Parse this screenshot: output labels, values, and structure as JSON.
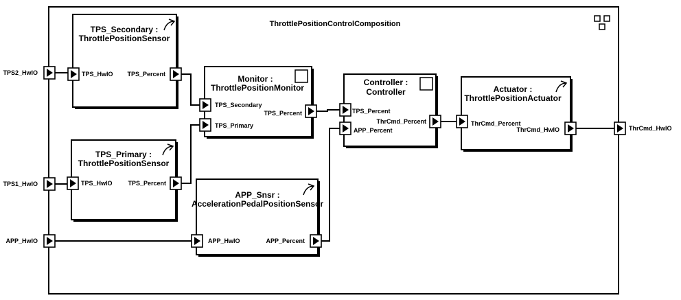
{
  "composition": {
    "name": "ThrottlePositionControlComposition",
    "external_ports": {
      "tps2": "TPS2_HwIO",
      "tps1": "TPS1_HwIO",
      "app": "APP_HwIO",
      "thrcmd": "ThrCmd_HwIO"
    }
  },
  "components": {
    "tps_secondary": {
      "line1": "TPS_Secondary :",
      "line2": "ThrottlePositionSensor",
      "kind": "sensor-actuator-icon",
      "ports": {
        "in": "TPS_HwIO",
        "out": "TPS_Percent"
      }
    },
    "tps_primary": {
      "line1": "TPS_Primary :",
      "line2": "ThrottlePositionSensor",
      "kind": "sensor-actuator-icon",
      "ports": {
        "in": "TPS_HwIO",
        "out": "TPS_Percent"
      }
    },
    "monitor": {
      "line1": "Monitor :",
      "line2": "ThrottlePositionMonitor",
      "kind": "application-icon",
      "ports": {
        "in1": "TPS_Secondary",
        "in2": "TPS_Primary",
        "out": "TPS_Percent"
      }
    },
    "app_snsr": {
      "line1": "APP_Snsr :",
      "line2": "AccelerationPedalPositionSensor",
      "kind": "sensor-actuator-icon",
      "ports": {
        "in": "APP_HwIO",
        "out": "APP_Percent"
      }
    },
    "controller": {
      "line1": "Controller :",
      "line2": "Controller",
      "kind": "application-icon",
      "ports": {
        "in1": "TPS_Percent",
        "in2": "APP_Percent",
        "out": "ThrCmd_Percent"
      }
    },
    "actuator": {
      "line1": "Actuator :",
      "line2": "ThrottlePositionActuator",
      "kind": "sensor-actuator-icon",
      "ports": {
        "in": "ThrCmd_Percent",
        "out": "ThrCmd_HwIO"
      }
    }
  }
}
